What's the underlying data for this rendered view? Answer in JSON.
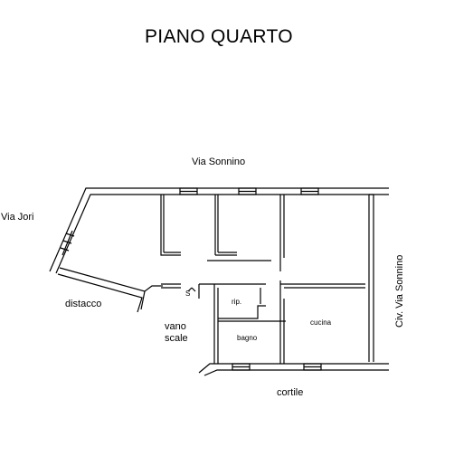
{
  "title": "PIANO QUARTO",
  "labels": {
    "via_sonnino": "Via Sonnino",
    "via_jori": "Via Jori",
    "distacco": "distacco",
    "vano_scale_1": "vano",
    "vano_scale_2": "scale",
    "rip": "rip.",
    "cucina": "cucina",
    "bagno": "bagno",
    "civ_via_sonnino": "Civ. Via Sonnino",
    "cortile": "cortile",
    "stair_mark": "S"
  },
  "colors": {
    "line": "#000000",
    "background": "#ffffff"
  }
}
